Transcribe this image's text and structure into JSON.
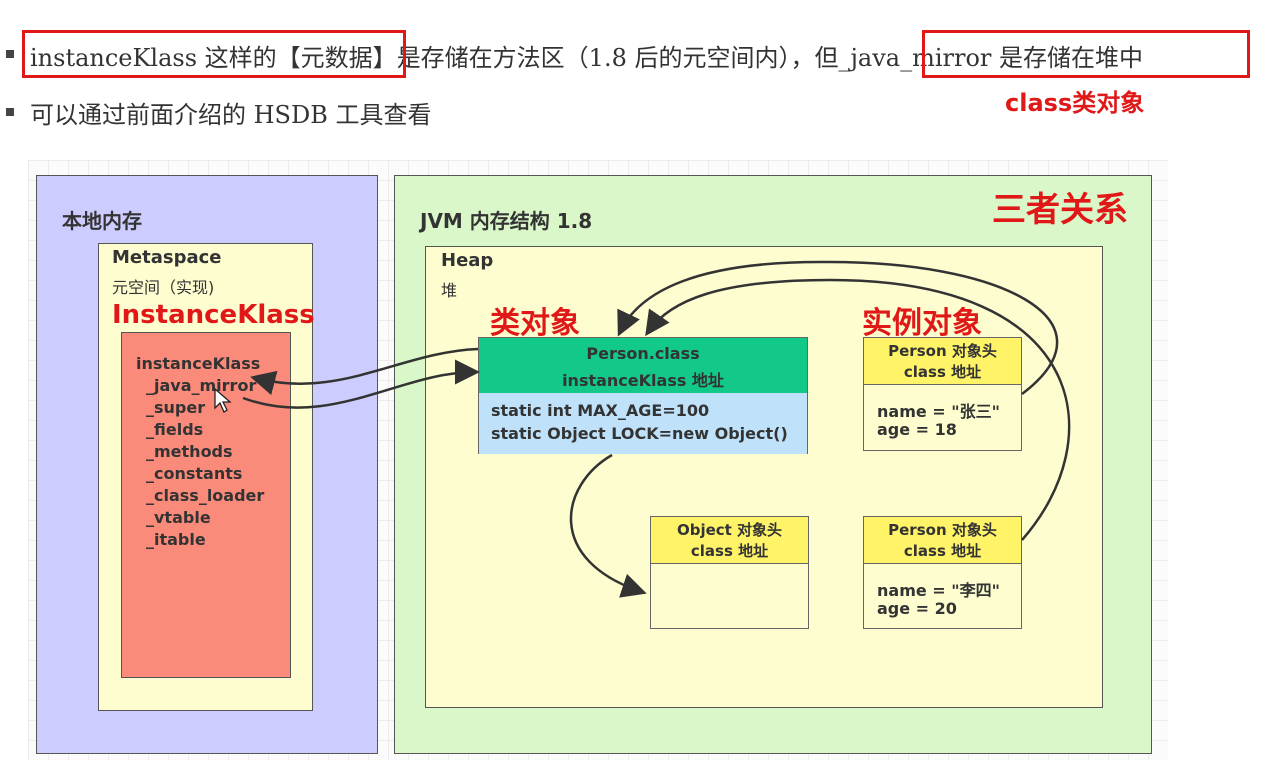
{
  "bullets": [
    {
      "part1": "instanceKlass 这样的【元数据】",
      "part2": "是存储在方法区（1.8 后的元空间内），但",
      "part3": "_java_mirror 是存储在堆中"
    },
    {
      "text": "可以通过前面介绍的 HSDB 工具查看"
    }
  ],
  "annotations": {
    "class_object_note": "class类对象",
    "three_relation": "三者关系",
    "class_obj_label": "类对象",
    "instance_obj_label": "实例对象",
    "instanceklass_label": "InstanceKlass"
  },
  "native_memory": {
    "title": "本地内存",
    "metaspace_title": "Metaspace",
    "metaspace_subtitle": "元空间（实现)",
    "klass_fields": [
      "instanceKlass",
      "_java_mirror",
      "_super",
      "_fields",
      "_methods",
      "_constants",
      "_class_loader",
      "_vtable",
      "_itable"
    ]
  },
  "jvm": {
    "title": "JVM 内存结构 1.8",
    "heap_title": "Heap",
    "heap_subtitle": "堆",
    "person_class": {
      "header1": "Person.class",
      "header2": "instanceKlass 地址",
      "body1": "static int  MAX_AGE=100",
      "body2": "static Object LOCK=new Object()"
    },
    "person1": {
      "header1": "Person 对象头",
      "header2": "class 地址",
      "body1": "name = \"张三\"",
      "body2": "age = 18"
    },
    "object_obj": {
      "header1": "Object 对象头",
      "header2": "class 地址"
    },
    "person2": {
      "header1": "Person 对象头",
      "header2": "class 地址",
      "body1": "name = \"李四\"",
      "body2": "age = 20"
    }
  },
  "colors": {
    "red": "#e01818",
    "native_panel": "#ccccff",
    "jvm_panel": "#d9f7c9",
    "heap": "#fefdd0",
    "klass_box": "#fa8a7a",
    "class_header": "#12c98a",
    "class_body": "#bfe2fa",
    "object_header": "#fff368"
  }
}
